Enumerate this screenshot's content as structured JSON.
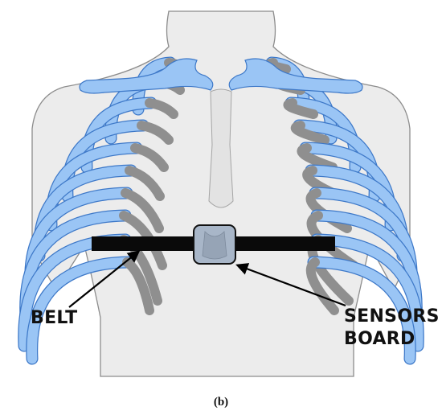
{
  "labels": {
    "belt": "BELT",
    "sensors_line1": "SENSORS",
    "sensors_line2": "BOARD"
  },
  "caption": "(b)",
  "colors": {
    "torso_fill": "#ececec",
    "torso_outline": "#8c8c8c",
    "rib_blue": "#9ac5f5",
    "rib_blue_outline": "#3d78c8",
    "cartilage_gray": "#8f8f8f",
    "belt": "#0a0a0a",
    "sensor_board": "#a8b6c8",
    "sensor_board_outline": "#111111"
  }
}
